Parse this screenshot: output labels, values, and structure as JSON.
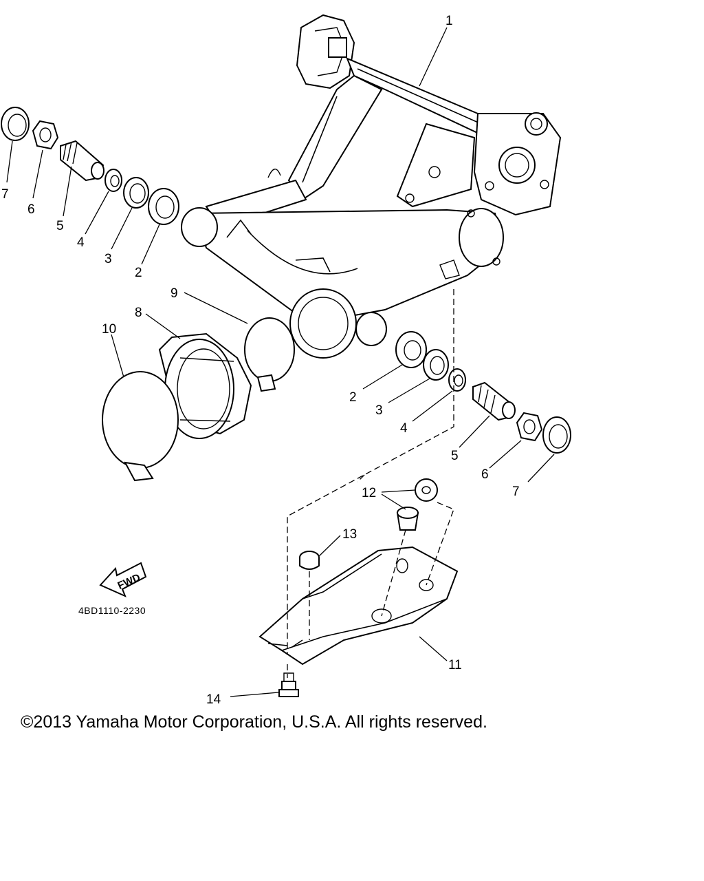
{
  "diagram": {
    "part_code": "4BD1110-2230",
    "fwd_label": "FWD",
    "callouts": {
      "c1": "1",
      "c2_left": "2",
      "c2_right": "2",
      "c3_left": "3",
      "c3_right": "3",
      "c4_left": "4",
      "c4_right": "4",
      "c5_left": "5",
      "c5_right": "5",
      "c6_left": "6",
      "c6_right": "6",
      "c7_left": "7",
      "c7_right": "7",
      "c8": "8",
      "c9": "9",
      "c10": "10",
      "c11": "11",
      "c12": "12",
      "c13": "13",
      "c14": "14"
    }
  },
  "footer": {
    "copyright": "©2013 Yamaha Motor Corporation, U.S.A. All rights reserved."
  }
}
